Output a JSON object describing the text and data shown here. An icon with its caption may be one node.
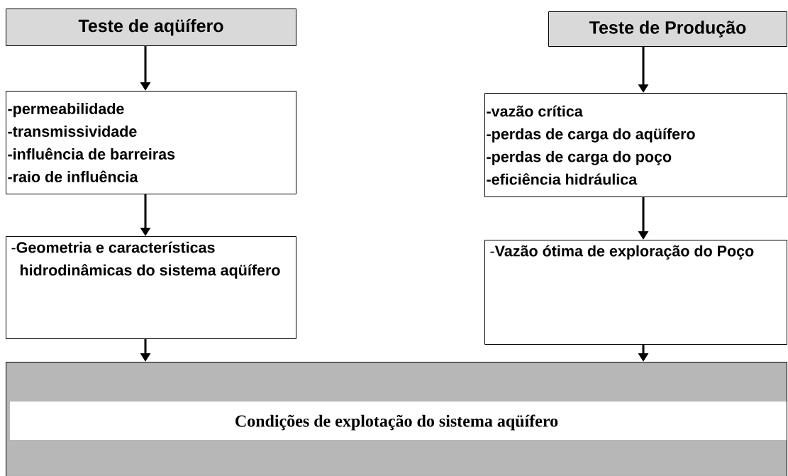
{
  "diagram": {
    "nodes": [
      {
        "text": [
          "Teste de aqüífero"
        ]
      },
      {
        "text": [
          "Teste de Produção"
        ]
      },
      {
        "text": [
          "-permeabilidade",
          "-transmissividade",
          "-influência de barreiras",
          "-raio de influência"
        ]
      },
      {
        "text": [
          "-vazão crítica",
          "-perdas de carga do aqüífero",
          "-perdas de carga do poço",
          "-eficiência hidráulica"
        ]
      },
      {
        "text": [
          "-**Geometria e características hidrodinâmicas do sistema aqüífero**"
        ]
      },
      {
        "text": [
          "-**Vazão ótima de exploração do Poço**"
        ]
      },
      {
        "text": [
          "Condições de explotação do sistema aqüífero"
        ]
      }
    ],
    "edges": [
      {
        "from": 0,
        "to": 2,
        "arrow": "to"
      },
      {
        "from": 2,
        "to": 4,
        "arrow": "to"
      },
      {
        "from": 4,
        "to": 6,
        "arrow": "to"
      },
      {
        "from": 1,
        "to": 3,
        "arrow": "to"
      },
      {
        "from": 3,
        "to": 5,
        "arrow": "to"
      },
      {
        "from": 5,
        "to": 6,
        "arrow": "to"
      }
    ]
  }
}
